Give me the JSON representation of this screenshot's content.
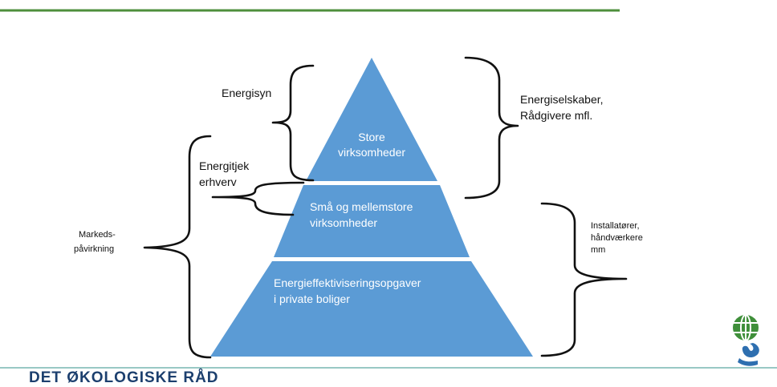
{
  "tiers": {
    "top": [
      "Store",
      "virksomheder"
    ],
    "middle": [
      "Små og mellemstore",
      "virksomheder"
    ],
    "bottom": [
      "Energieffektiviseringsopgaver",
      "i private boliger"
    ]
  },
  "labels": {
    "energisyn": "Energisyn",
    "energitjek": [
      "Energitjek",
      "erhverv"
    ],
    "markeds": [
      "Markeds-",
      "påvirkning"
    ],
    "energiselskaber": [
      "Energiselskaber,",
      "Rådgivere mfl."
    ],
    "installatorer": [
      "Installatører,",
      "håndværkere",
      "mm"
    ]
  },
  "footer": {
    "org_name": "DET ØKOLOGISKE RÅD"
  },
  "colors": {
    "pyramid_fill": "#5b9bd5",
    "header_rule": "#4e8f3c",
    "footer_text": "#1c3f6e",
    "logo_green": "#3f8f3a",
    "logo_blue": "#2e6fb0"
  }
}
